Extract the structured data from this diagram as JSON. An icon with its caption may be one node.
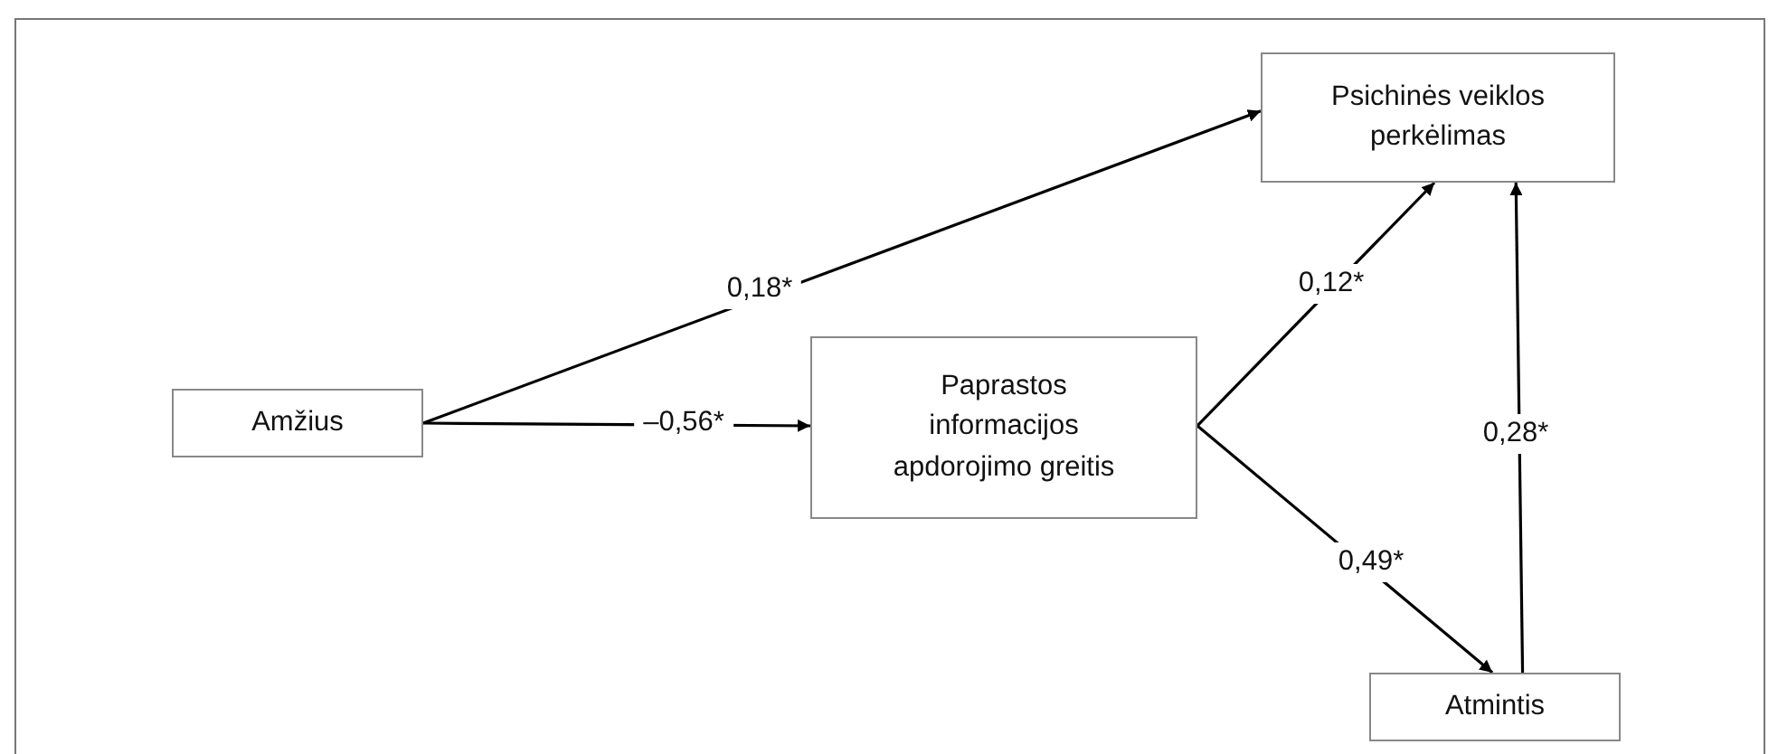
{
  "diagram": {
    "nodes": [
      {
        "text": [
          "Psichinės veiklos perkėlimas"
        ]
      },
      {
        "text": [
          "Amžius"
        ]
      },
      {
        "text": [
          "Paprastos informacijos apdorojimo greitis"
        ]
      },
      {
        "text": [
          "Atmintis"
        ]
      }
    ],
    "edges": [
      {
        "from": 1,
        "to": 0,
        "arrow": "to",
        "label": "0,18*"
      },
      {
        "from": 1,
        "to": 2,
        "arrow": "to",
        "label": "–0,56*"
      },
      {
        "from": 2,
        "to": 0,
        "arrow": "to",
        "label": "0,12*"
      },
      {
        "from": 2,
        "to": 3,
        "arrow": "to",
        "label": "0,49*"
      },
      {
        "from": 3,
        "to": 0,
        "arrow": "to",
        "label": "0,28*"
      }
    ]
  }
}
